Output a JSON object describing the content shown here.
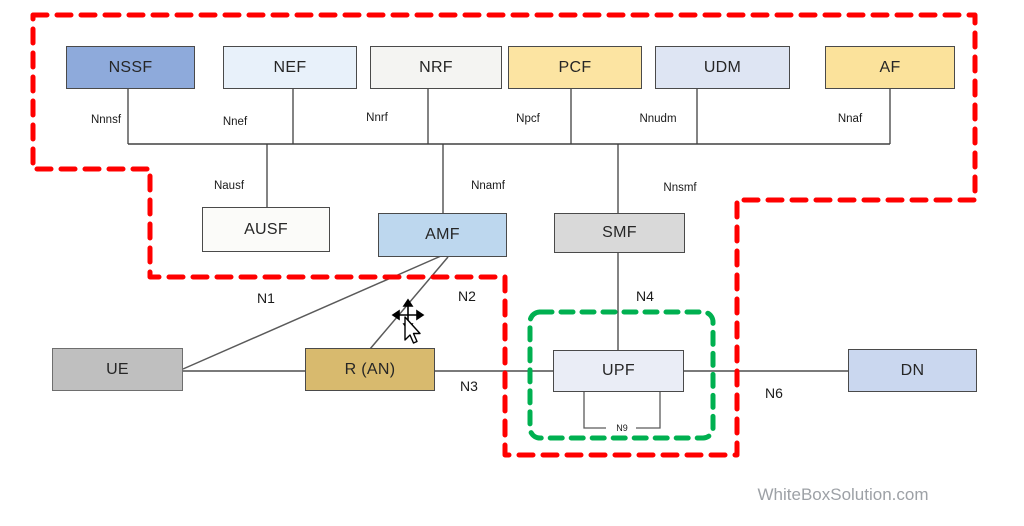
{
  "diagram_type": "5g-core-network-architecture",
  "nodes": {
    "nssf": {
      "label": "NSSF"
    },
    "nef": {
      "label": "NEF"
    },
    "nrf": {
      "label": "NRF"
    },
    "pcf": {
      "label": "PCF"
    },
    "udm": {
      "label": "UDM"
    },
    "af": {
      "label": "AF"
    },
    "ausf": {
      "label": "AUSF"
    },
    "amf": {
      "label": "AMF"
    },
    "smf": {
      "label": "SMF"
    },
    "ue": {
      "label": "UE"
    },
    "ran": {
      "label": "R (AN)"
    },
    "upf": {
      "label": "UPF"
    },
    "dn": {
      "label": "DN"
    }
  },
  "service_interface_labels": {
    "nnnsf": "Nnnsf",
    "nnef": "Nnef",
    "nnrf": "Nnrf",
    "npcf": "Npcf",
    "nnudm": "Nnudm",
    "nnaf": "Nnaf",
    "nausf": "Nausf",
    "nnamf": "Nnamf",
    "nnsmf": "Nnsmf"
  },
  "reference_points": {
    "n1": "N1",
    "n2": "N2",
    "n3": "N3",
    "n4": "N4",
    "n6": "N6",
    "n9": "N9"
  },
  "watermark": {
    "text": "WhiteBoxSolution.com"
  },
  "colors": {
    "core_boundary_dash": "#FF0000",
    "upf_highlight_dash": "#00B050",
    "connector_line": "#7a7a7a",
    "bus_line": "#404040",
    "nssf_fill": "#8EAADB",
    "nef_fill": "#E8F1FA",
    "nrf_fill": "#F4F4F2",
    "pcf_fill": "#FCE4A2",
    "udm_fill": "#DEE5F3",
    "af_fill": "#FBE29B",
    "ausf_fill": "#FBFBF9",
    "amf_fill": "#BDD7EE",
    "smf_fill": "#D9D9D9",
    "ue_fill": "#BFBFBF",
    "ran_fill": "#D8BA6E",
    "upf_fill": "#EAEDF6",
    "dn_fill": "#CAD7EF"
  }
}
